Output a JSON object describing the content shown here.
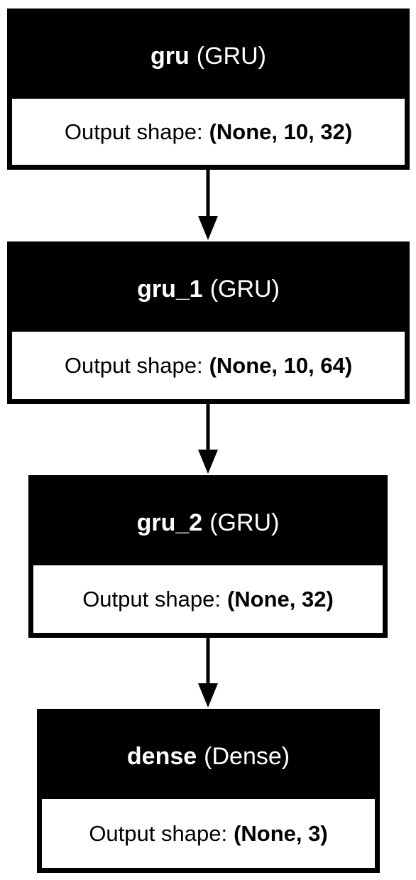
{
  "diagram": {
    "nodes": [
      {
        "name": "gru",
        "type": "(GRU)",
        "output_label": "Output shape:",
        "output_shape": "(None, 10, 32)"
      },
      {
        "name": "gru_1",
        "type": "(GRU)",
        "output_label": "Output shape:",
        "output_shape": "(None, 10, 64)"
      },
      {
        "name": "gru_2",
        "type": "(GRU)",
        "output_label": "Output shape:",
        "output_shape": "(None, 32)"
      },
      {
        "name": "dense",
        "type": "(Dense)",
        "output_label": "Output shape:",
        "output_shape": "(None, 3)"
      }
    ],
    "edges": [
      {
        "from": "gru",
        "to": "gru_1"
      },
      {
        "from": "gru_1",
        "to": "gru_2"
      },
      {
        "from": "gru_2",
        "to": "dense"
      }
    ],
    "colors": {
      "header_bg": "#000000",
      "header_text": "#ffffff",
      "body_bg": "#ffffff",
      "body_text": "#000000",
      "edge": "#000000"
    }
  }
}
